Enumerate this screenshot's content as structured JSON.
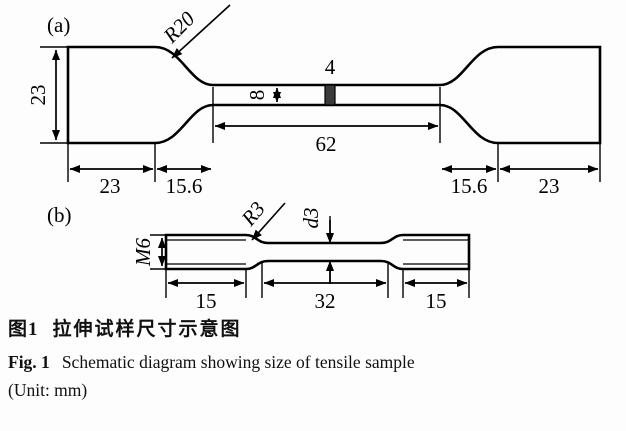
{
  "figure": {
    "panels": [
      {
        "id": "a",
        "label": "(a)",
        "dimensions": {
          "width_total_label": "62",
          "grip_width_label": "23",
          "shoulder_label": "15.6",
          "grip_width_right_label": "23",
          "shoulder_right_label": "15.6",
          "height_label": "23",
          "gauge_height_label": "8",
          "notch_label": "4",
          "fillet_label": "R20"
        }
      },
      {
        "id": "b",
        "label": "(b)",
        "dimensions": {
          "thread_label": "M6",
          "grip_left_label": "15",
          "gauge_label": "32",
          "grip_right_label": "15",
          "diameter_label": "d3",
          "fillet_label": "R3"
        }
      }
    ]
  },
  "caption": {
    "cn_number": "图1",
    "cn_text": "拉伸试样尺寸示意图",
    "en_number": "Fig. 1",
    "en_text": "Schematic diagram showing size of tensile sample",
    "unit_text": "(Unit: mm)"
  },
  "colors": {
    "stroke": "#000000",
    "notch_fill": "#3b3b3b",
    "background": "#fdfdfd"
  }
}
